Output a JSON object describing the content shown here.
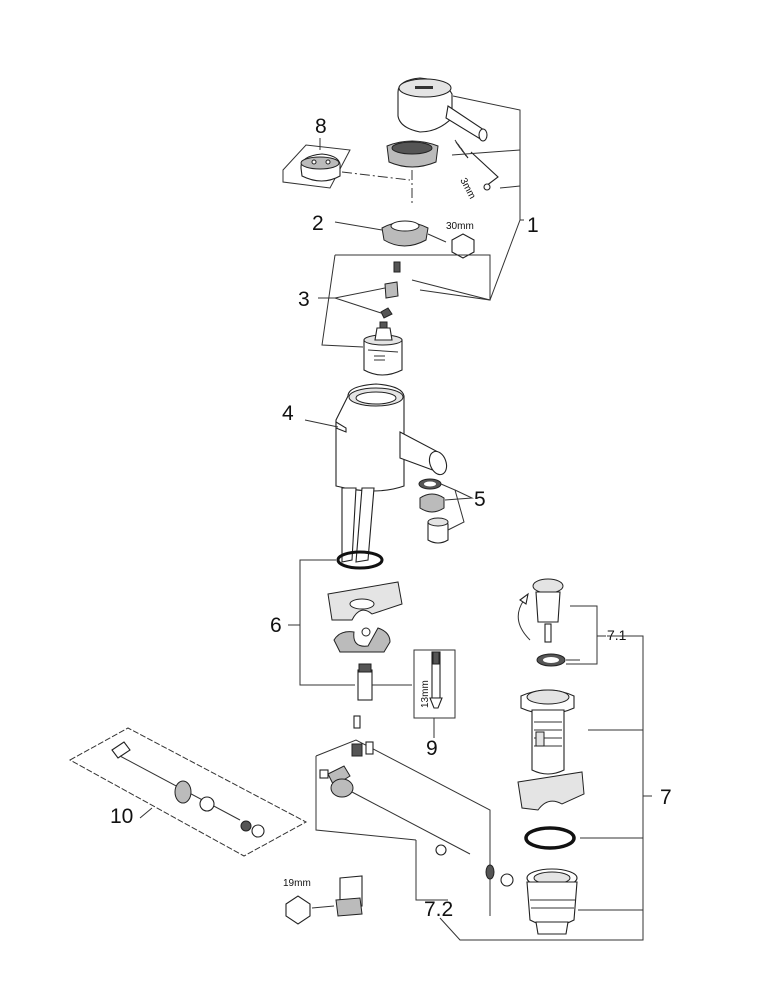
{
  "labels": {
    "p1": "1",
    "p2": "2",
    "p3": "3",
    "p4": "4",
    "p5": "5",
    "p6": "6",
    "p7": "7",
    "p71": "7.1",
    "p72": "7.2",
    "p8": "8",
    "p9": "9",
    "p10": "10"
  },
  "dimensions": {
    "hex_30": "30mm",
    "allen_3": "3mm",
    "key_13": "13mm",
    "hex_19": "19mm"
  }
}
